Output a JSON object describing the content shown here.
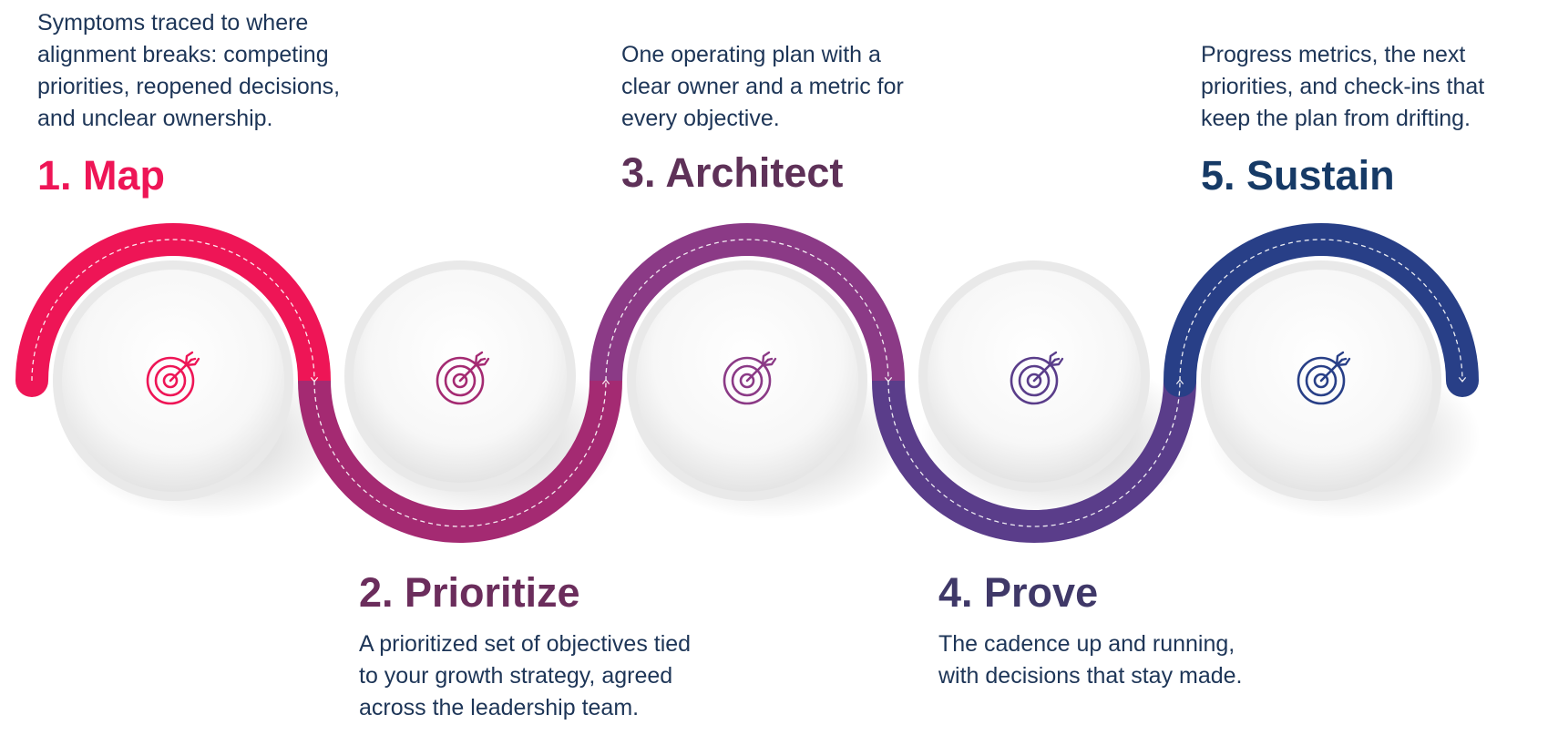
{
  "colors": {
    "step1": "#ee1556",
    "step2": "#a42a72",
    "step3": "#8b3a86",
    "step4": "#5a3d8a",
    "step5": "#283f87",
    "title1": "#ee1556",
    "title2": "#6b2d5c",
    "title3": "#5e3158",
    "title4": "#3f3868",
    "title5": "#163a66",
    "text": "#1d3557"
  },
  "steps": [
    {
      "title": "1. Map",
      "description_lines": [
        "Symptoms traced to where",
        "alignment breaks: competing",
        "priorities, reopened decisions,",
        "and unclear ownership."
      ],
      "icon": "target-icon"
    },
    {
      "title": "2. Prioritize",
      "description_lines": [
        "A prioritized set of objectives tied",
        "to your growth strategy, agreed",
        "across the leadership team."
      ],
      "icon": "target-icon"
    },
    {
      "title": "3. Architect",
      "description_lines": [
        "One operating plan with a",
        "clear owner and a metric for",
        "every objective."
      ],
      "icon": "target-icon"
    },
    {
      "title": "4. Prove",
      "description_lines": [
        "The cadence up and running,",
        "with decisions that stay made."
      ],
      "icon": "target-icon"
    },
    {
      "title": "5. Sustain",
      "description_lines": [
        "Progress metrics, the next",
        "priorities, and check-ins that",
        "keep the plan from drifting."
      ],
      "icon": "target-icon"
    }
  ]
}
